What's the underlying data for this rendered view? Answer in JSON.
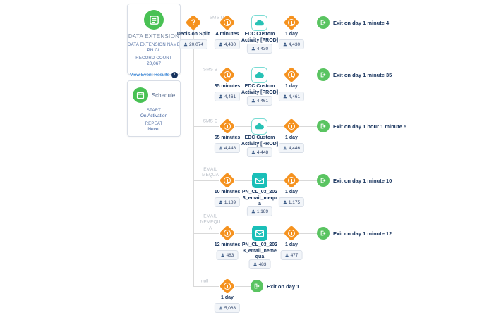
{
  "entry_source": {
    "title": "DATA EXTENSION",
    "name_label": "DATA EXTENSION NAME",
    "name_value": "PN CL",
    "count_label": "RECORD COUNT",
    "count_value": "20,067",
    "results_link": "View Event Results"
  },
  "schedule": {
    "title": "Schedule",
    "start_label": "START",
    "start_value": "On Activation",
    "repeat_label": "REPEAT",
    "repeat_value": "Never"
  },
  "decision_split": {
    "label": "Decision Split",
    "count": "20,074"
  },
  "rows": [
    {
      "branch_lines": [
        "SMS D"
      ],
      "wait1": {
        "label": "4 minutes",
        "count": "4,430"
      },
      "activity": {
        "type": "custom",
        "label_lines": [
          "EDC Custom",
          "Activity [PROD]"
        ],
        "count": "4,430"
      },
      "wait2": {
        "label": "1 day",
        "count": "4,430"
      },
      "exit_label": "Exit on day 1 minute 4"
    },
    {
      "branch_lines": [
        "SMS B"
      ],
      "wait1": {
        "label": "35 minutes",
        "count": "4,461"
      },
      "activity": {
        "type": "custom",
        "label_lines": [
          "EDC Custom",
          "Activity [PROD]"
        ],
        "count": "4,461"
      },
      "wait2": {
        "label": "1 day",
        "count": "4,461"
      },
      "exit_label": "Exit on day 1 minute 35"
    },
    {
      "branch_lines": [
        "SMS C"
      ],
      "wait1": {
        "label": "65 minutes",
        "count": "4,448"
      },
      "activity": {
        "type": "custom",
        "label_lines": [
          "EDC Custom",
          "Activity [PROD]"
        ],
        "count": "4,448"
      },
      "wait2": {
        "label": "1 day",
        "count": "4,446"
      },
      "exit_label": "Exit on day 1 hour 1 minute 5"
    },
    {
      "branch_lines": [
        "EMAIL",
        "MEQUA"
      ],
      "wait1": {
        "label": "10 minutes",
        "count": "1,189"
      },
      "activity": {
        "type": "email",
        "label_lines": [
          "PN_CL_03_202",
          "3_email_mequ",
          "a"
        ],
        "count": "1,189"
      },
      "wait2": {
        "label": "1 day",
        "count": "1,175"
      },
      "exit_label": "Exit on day 1 minute 10"
    },
    {
      "branch_lines": [
        "EMAIL",
        "NEMEQU",
        "A"
      ],
      "wait1": {
        "label": "12 minutes",
        "count": "483"
      },
      "activity": {
        "type": "email",
        "label_lines": [
          "PN_CL_03_202",
          "3_email_neme",
          "qua"
        ],
        "count": "483"
      },
      "wait2": {
        "label": "1 day",
        "count": "477"
      },
      "exit_label": "Exit on day 1 minute 12"
    },
    {
      "branch_lines": [
        "null"
      ],
      "wait1": {
        "label": "1 day",
        "count": "5,063"
      },
      "exit_label": "Exit on day 1"
    }
  ],
  "icons": {
    "decision_glyph": "?",
    "info_glyph": "i"
  },
  "colors": {
    "orange": "#F5921F",
    "green": "#49C154",
    "exit_green": "#5AC461",
    "teal": "#1ABFB8",
    "navy": "#16325C"
  }
}
